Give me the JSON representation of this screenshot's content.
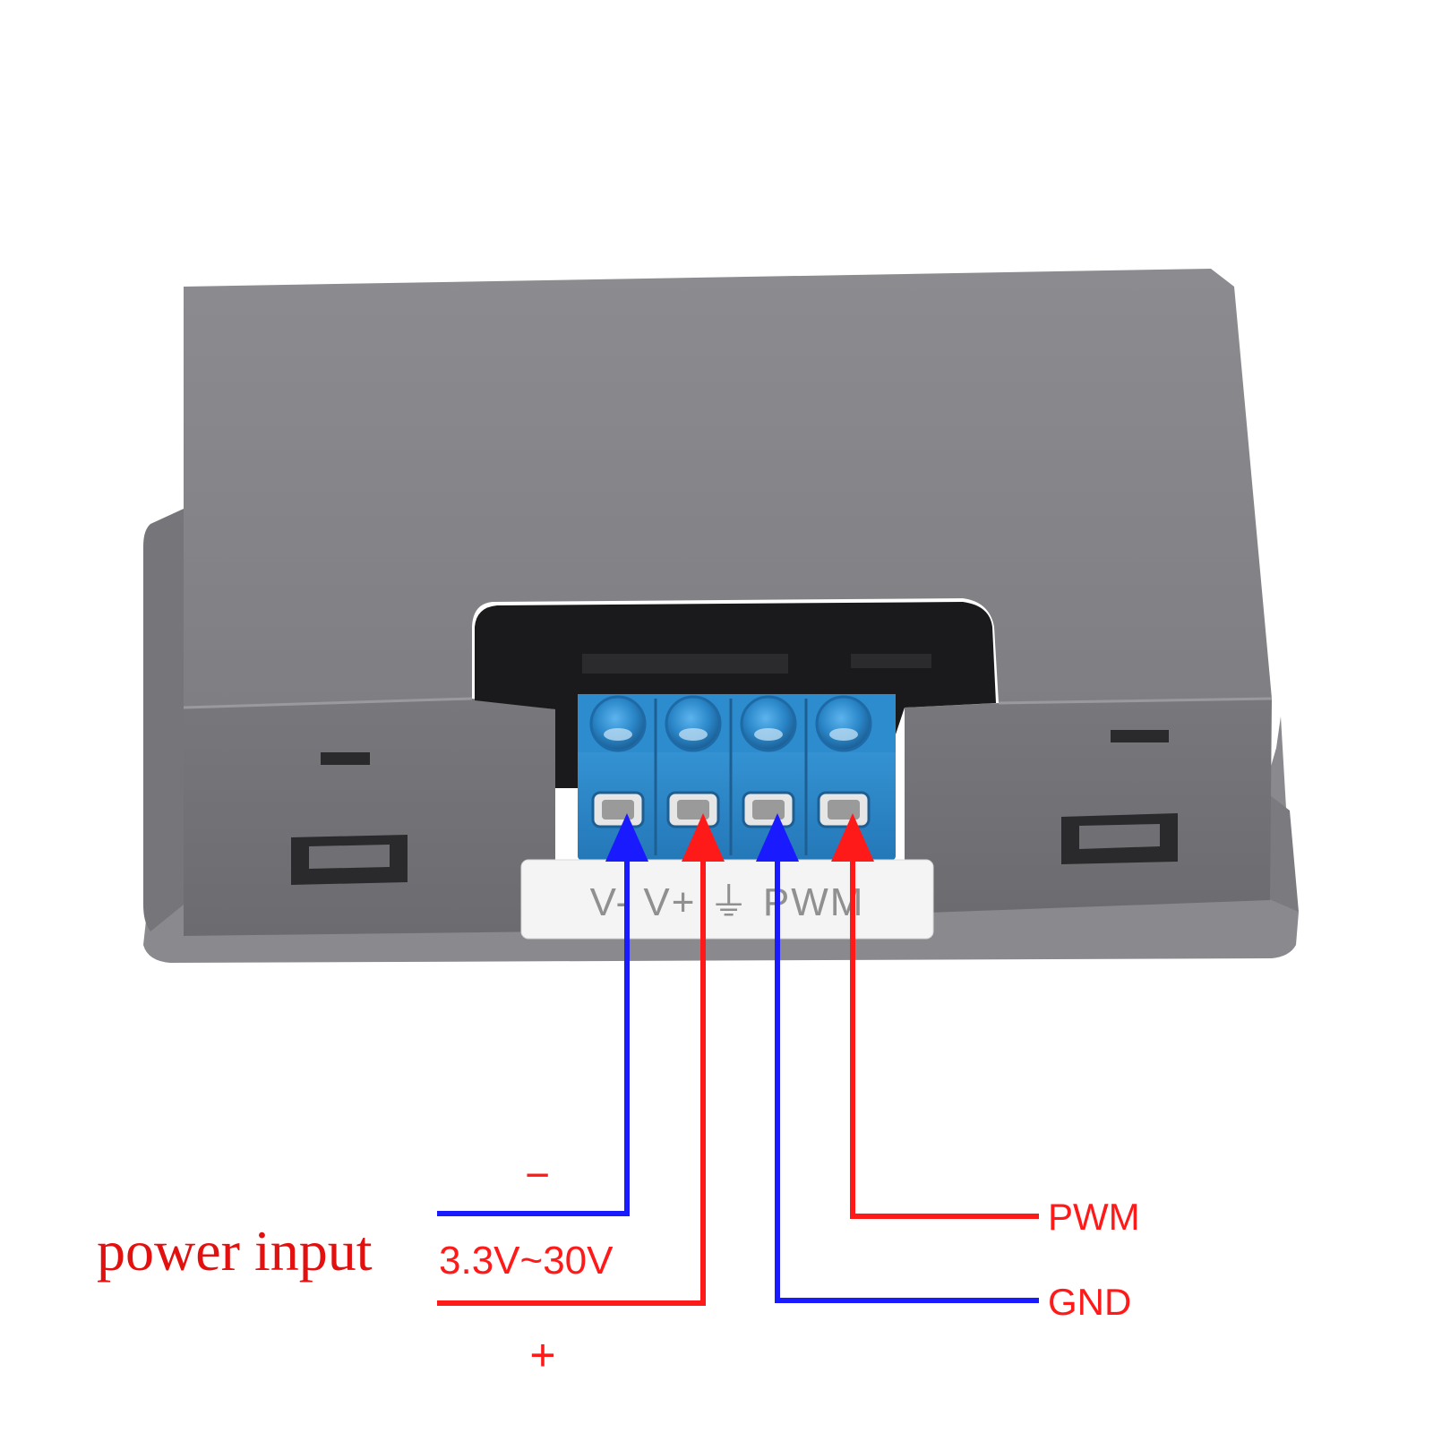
{
  "device": {
    "terminal_label": "V- V+ ⏚ PWM",
    "terminal_label_parts": [
      "V-",
      "V+",
      "⏚",
      "PWM"
    ],
    "terminal_count": 4,
    "body_color": "#838387",
    "terminal_color": "#2f8fd0"
  },
  "wiring": {
    "power_input_label": "power input",
    "voltage_range": "3.3V~30V",
    "minus_sign": "−",
    "plus_sign": "+",
    "pwm_label": "PWM",
    "gnd_label": "GND",
    "colors": {
      "negative": "#1a1aff",
      "positive": "#ff1a1a"
    },
    "connections": [
      {
        "terminal": "V-",
        "wire_color": "negative",
        "to": "power input −"
      },
      {
        "terminal": "V+",
        "wire_color": "positive",
        "to": "power input +"
      },
      {
        "terminal": "GND",
        "wire_color": "negative",
        "to": "GND"
      },
      {
        "terminal": "PWM",
        "wire_color": "positive",
        "to": "PWM"
      }
    ]
  }
}
